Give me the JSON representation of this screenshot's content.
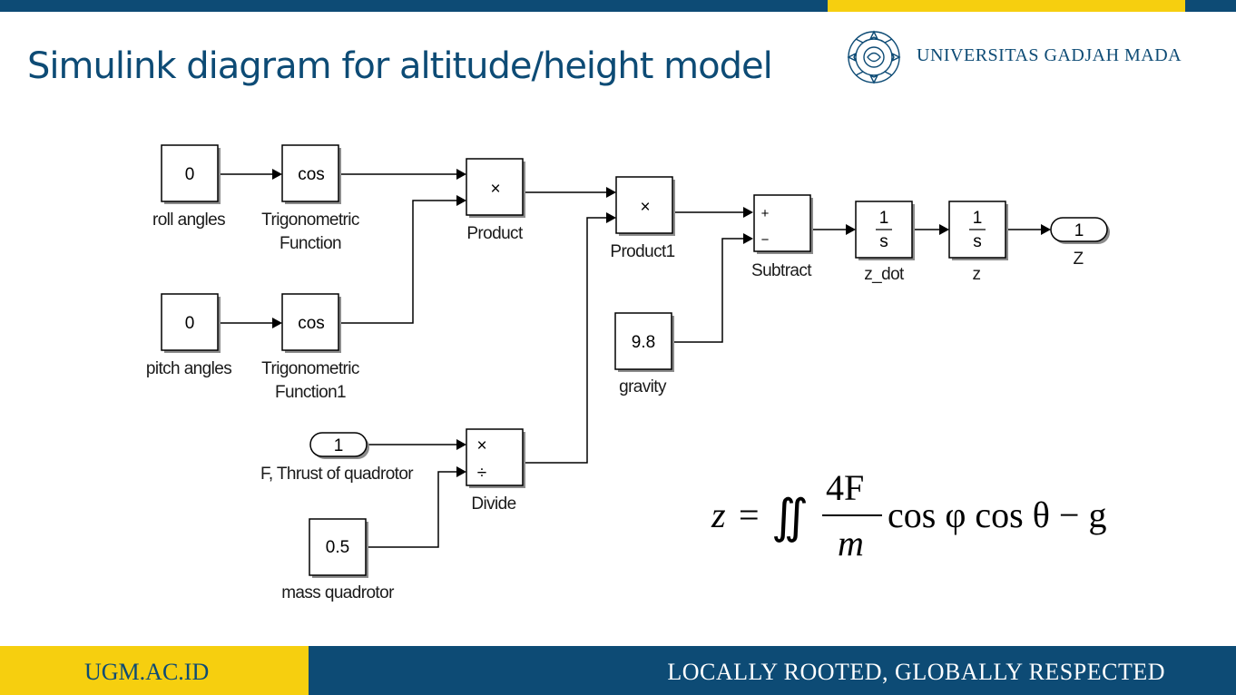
{
  "slide": {
    "title": "Simulink diagram for altitude/height model",
    "university": "UNIVERSITAS GADJAH MADA",
    "footer_left": "UGM.AC.ID",
    "footer_right": "LOCALLY ROOTED, GLOBALLY RESPECTED",
    "colors": {
      "primary": "#0d4b75",
      "accent": "#f6cf0f"
    }
  },
  "diagram": {
    "roll_const": {
      "value": "0",
      "label": "roll angles"
    },
    "pitch_const": {
      "value": "0",
      "label": "pitch angles"
    },
    "trig1": {
      "text": "cos",
      "label1": "Trigonometric",
      "label2": "Function"
    },
    "trig2": {
      "text": "cos",
      "label1": "Trigonometric",
      "label2": "Function1"
    },
    "product": {
      "symbol": "×",
      "label": "Product"
    },
    "product1": {
      "symbol": "×",
      "label": "Product1"
    },
    "gravity": {
      "value": "9.8",
      "label": "gravity"
    },
    "subtract": {
      "plus": "+",
      "minus": "−",
      "label": "Subtract"
    },
    "z_dot": {
      "num": "1",
      "den": "s",
      "label": "z_dot"
    },
    "z_int": {
      "num": "1",
      "den": "s",
      "label": "z"
    },
    "outport": {
      "value": "1",
      "label": "Z"
    },
    "thrust_in": {
      "value": "1",
      "label": "F, Thrust of quadrotor"
    },
    "divide": {
      "mul": "×",
      "div": "÷",
      "label": "Divide"
    },
    "mass": {
      "value": "0.5",
      "label": "mass quadrotor"
    }
  },
  "formula": {
    "lhs": "z",
    "eq": "=",
    "integral": "∬",
    "numerator": "4F",
    "denominator": "m",
    "rest": "cos φ cos θ − g"
  }
}
